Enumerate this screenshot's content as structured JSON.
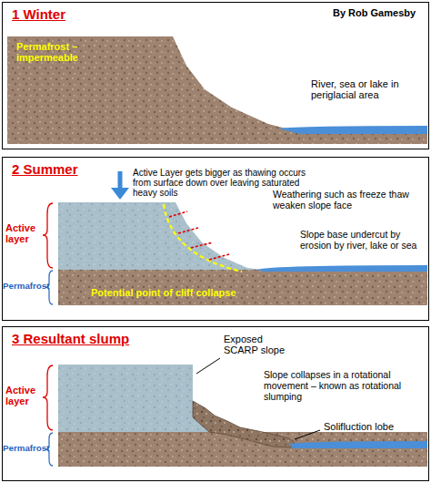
{
  "diagram": {
    "nodes": [
      {
        "text": [
          "1 Winter"
        ]
      },
      {
        "text": [
          "2 Summer"
        ]
      },
      {
        "text": [
          "3 Resultant slump"
        ]
      }
    ],
    "labels": [
      "By Rob Gamesby",
      "Permafrost – impermeable",
      "River, sea or lake in periglacial area",
      "Active Layer gets bigger as thawing occurs from surface down over leaving saturated heavy soils",
      "Weathering such as freeze thaw weaken slope face",
      "Slope base undercut by erosion by river, lake or sea",
      "Active layer",
      "Permafrost",
      "Potential point of cliff collapse",
      "Exposed SCARP slope",
      "Slope collapses in a rotational movement – known as rotational slumping",
      "Solifluction lobe",
      "Active layer",
      "Permafrost"
    ]
  }
}
